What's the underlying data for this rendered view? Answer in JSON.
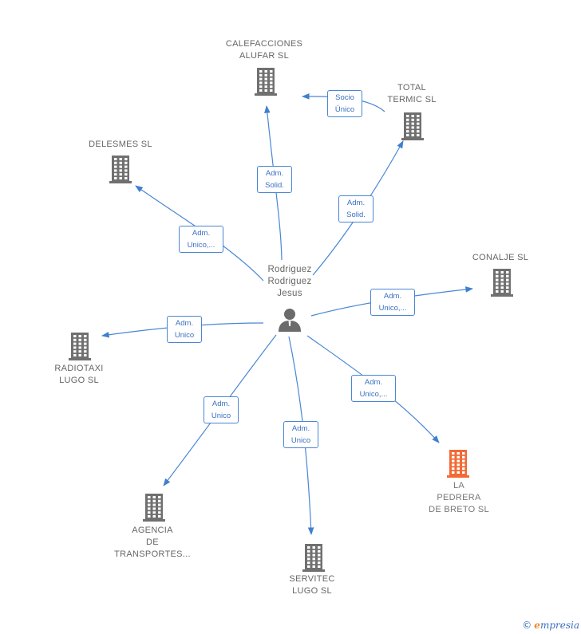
{
  "center": {
    "name": "Rodriguez\nRodriguez\nJesus"
  },
  "nodes": [
    {
      "id": "calefacciones",
      "name": "CALEFACCIONES\nALUFAR  SL",
      "highlight": false
    },
    {
      "id": "total-termic",
      "name": "TOTAL\nTERMIC  SL",
      "highlight": false
    },
    {
      "id": "delesmes",
      "name": "DELESMES  SL",
      "highlight": false
    },
    {
      "id": "conalje",
      "name": "CONALJE SL",
      "highlight": false
    },
    {
      "id": "radiotaxi",
      "name": "RADIOTAXI\nLUGO  SL",
      "highlight": false
    },
    {
      "id": "agencia",
      "name": "AGENCIA\nDE\nTRANSPORTES...",
      "highlight": false
    },
    {
      "id": "servitec",
      "name": "SERVITEC\nLUGO SL",
      "highlight": false
    },
    {
      "id": "la-pedrera",
      "name": "LA\nPEDRERA\nDE BRETO  SL",
      "highlight": true
    }
  ],
  "edges": [
    {
      "from": "center",
      "to": "calefacciones",
      "label": "Adm.\nSolid."
    },
    {
      "from": "center",
      "to": "total-termic",
      "label": "Adm.\nSolid."
    },
    {
      "from": "total-termic",
      "to": "calefacciones",
      "label": "Socio\nÚnico"
    },
    {
      "from": "center",
      "to": "delesmes",
      "label": "Adm.\nUnico,..."
    },
    {
      "from": "center",
      "to": "conalje",
      "label": "Adm.\nUnico,..."
    },
    {
      "from": "center",
      "to": "radiotaxi",
      "label": "Adm.\nUnico"
    },
    {
      "from": "center",
      "to": "agencia",
      "label": "Adm.\nUnico"
    },
    {
      "from": "center",
      "to": "servitec",
      "label": "Adm.\nUnico"
    },
    {
      "from": "center",
      "to": "la-pedrera",
      "label": "Adm.\nUnico,..."
    }
  ],
  "colors": {
    "edge": "#4a86d4",
    "building": "#707070",
    "highlight": "#f26a35",
    "person": "#6b6b6b"
  },
  "brand": {
    "copyright": "©",
    "initial": "e",
    "rest": "mpresia"
  }
}
